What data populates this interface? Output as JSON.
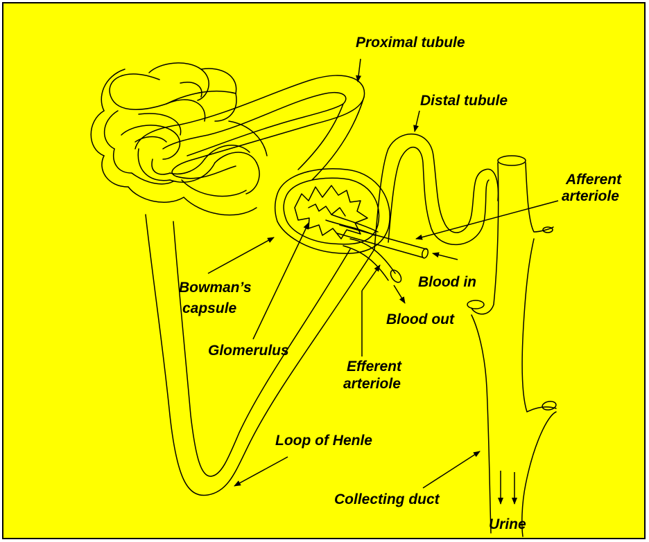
{
  "colors": {
    "background": "#ffff00",
    "border": "#000000",
    "ink": "#000000"
  },
  "labels": {
    "proximal_tubule": "Proximal tubule",
    "distal_tubule": "Distal tubule",
    "afferent_1": "Afferent",
    "afferent_2": "arteriole",
    "blood_in": "Blood in",
    "blood_out": "Blood out",
    "bowmans_1": "Bowman’s",
    "bowmans_2": "capsule",
    "glomerulus": "Glomerulus",
    "efferent_1": "Efferent",
    "efferent_2": "arteriole",
    "loop_of_henle": "Loop of Henle",
    "collecting_duct": "Collecting duct",
    "urine": "Urine"
  }
}
